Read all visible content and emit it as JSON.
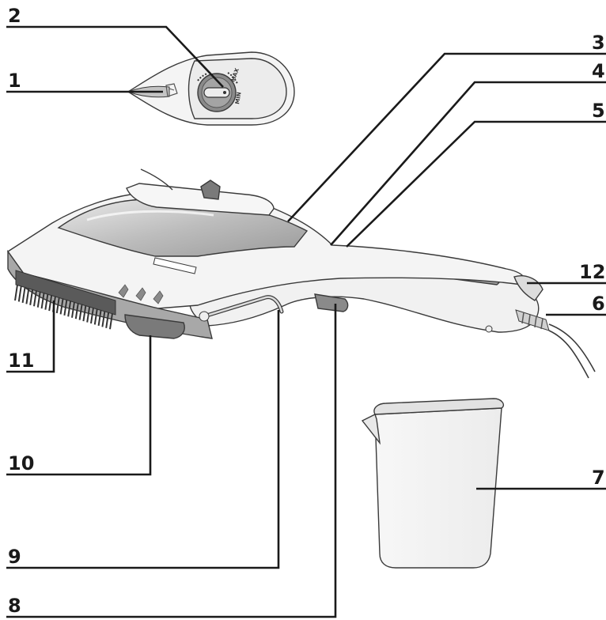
{
  "labels": {
    "l1": "1",
    "l2": "2",
    "l3": "3",
    "l4": "4",
    "l5": "5",
    "l6": "6",
    "l7": "7",
    "l8": "8",
    "l9": "9",
    "l10": "10",
    "l11": "11",
    "l12": "12"
  },
  "dial": {
    "max": "MAX",
    "min": "MIN"
  },
  "colors": {
    "body": "#f2f2f2",
    "panel": "#a8a8a8",
    "dark": "#6e6e6e",
    "outline": "#3a3a3a",
    "text": "#1a1a1a"
  }
}
